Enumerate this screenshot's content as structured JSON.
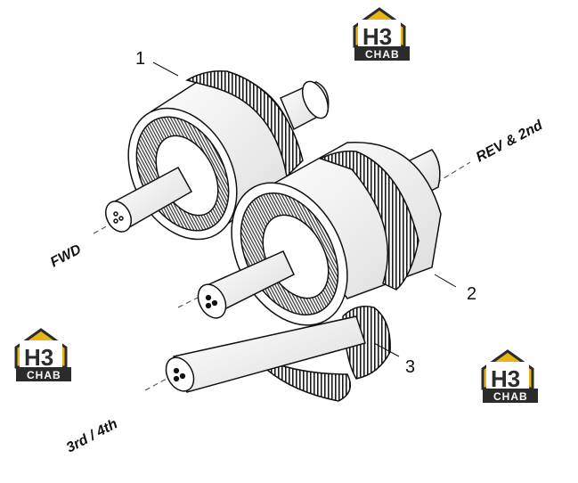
{
  "callouts": [
    "1",
    "2",
    "3"
  ],
  "axis_labels": {
    "fwd": "FWD",
    "rev_2nd": "REV & 2nd",
    "third_fourth": "3rd / 4th"
  },
  "watermark": {
    "mark": "H3",
    "sub": "CHAB",
    "colors": {
      "gold": "#E8B517",
      "dark": "#2B2B2B"
    }
  }
}
